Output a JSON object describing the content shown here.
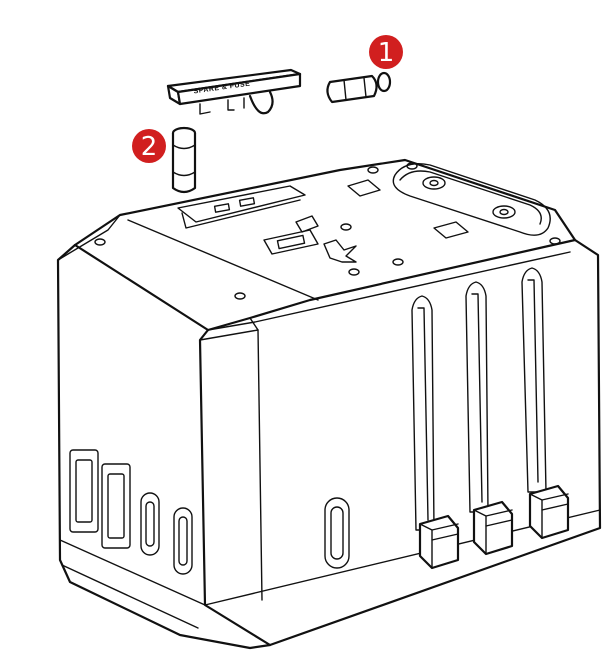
{
  "cover_label": "SPARE & FUSE",
  "callouts": [
    {
      "number": "1",
      "color": "#d11f1f"
    },
    {
      "number": "2",
      "color": "#d11f1f"
    }
  ],
  "colors": {
    "line": "#111111",
    "background": "#ffffff",
    "callout": "#d11f1f"
  }
}
